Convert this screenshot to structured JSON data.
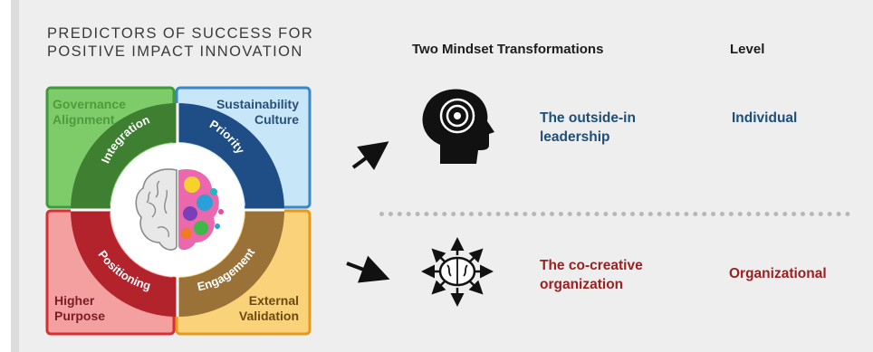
{
  "title": {
    "line1": "PREDICTORS OF SUCCESS FOR",
    "line2": "POSITIVE IMPACT INNOVATION"
  },
  "quadrants": {
    "top_left": {
      "line1": "Governance",
      "line2": "Alignment",
      "ring_label": "Integration",
      "color": "#4aa84a"
    },
    "top_right": {
      "line1": "Sustainability",
      "line2": "Culture",
      "ring_label": "Priority",
      "color": "#5aa6e0"
    },
    "bottom_left": {
      "line1": "Higher",
      "line2": "Purpose",
      "ring_label": "Positioning",
      "color": "#e33b3b"
    },
    "bottom_right": {
      "line1": "External",
      "line2": "Validation",
      "ring_label": "Engagement",
      "color": "#f2b030"
    }
  },
  "center_icon": "brain-icon",
  "headers": {
    "transformations": "Two Mindset Transformations",
    "level": "Level"
  },
  "rows": [
    {
      "icon": "head-maze-icon",
      "transformation_line1": "The outside-in",
      "transformation_line2": "leadership",
      "level": "Individual",
      "color": "#1d4e7a"
    },
    {
      "icon": "network-brain-icon",
      "transformation_line1": "The co-creative",
      "transformation_line2": "organization",
      "level": "Organizational",
      "color": "#9b2020"
    }
  ]
}
